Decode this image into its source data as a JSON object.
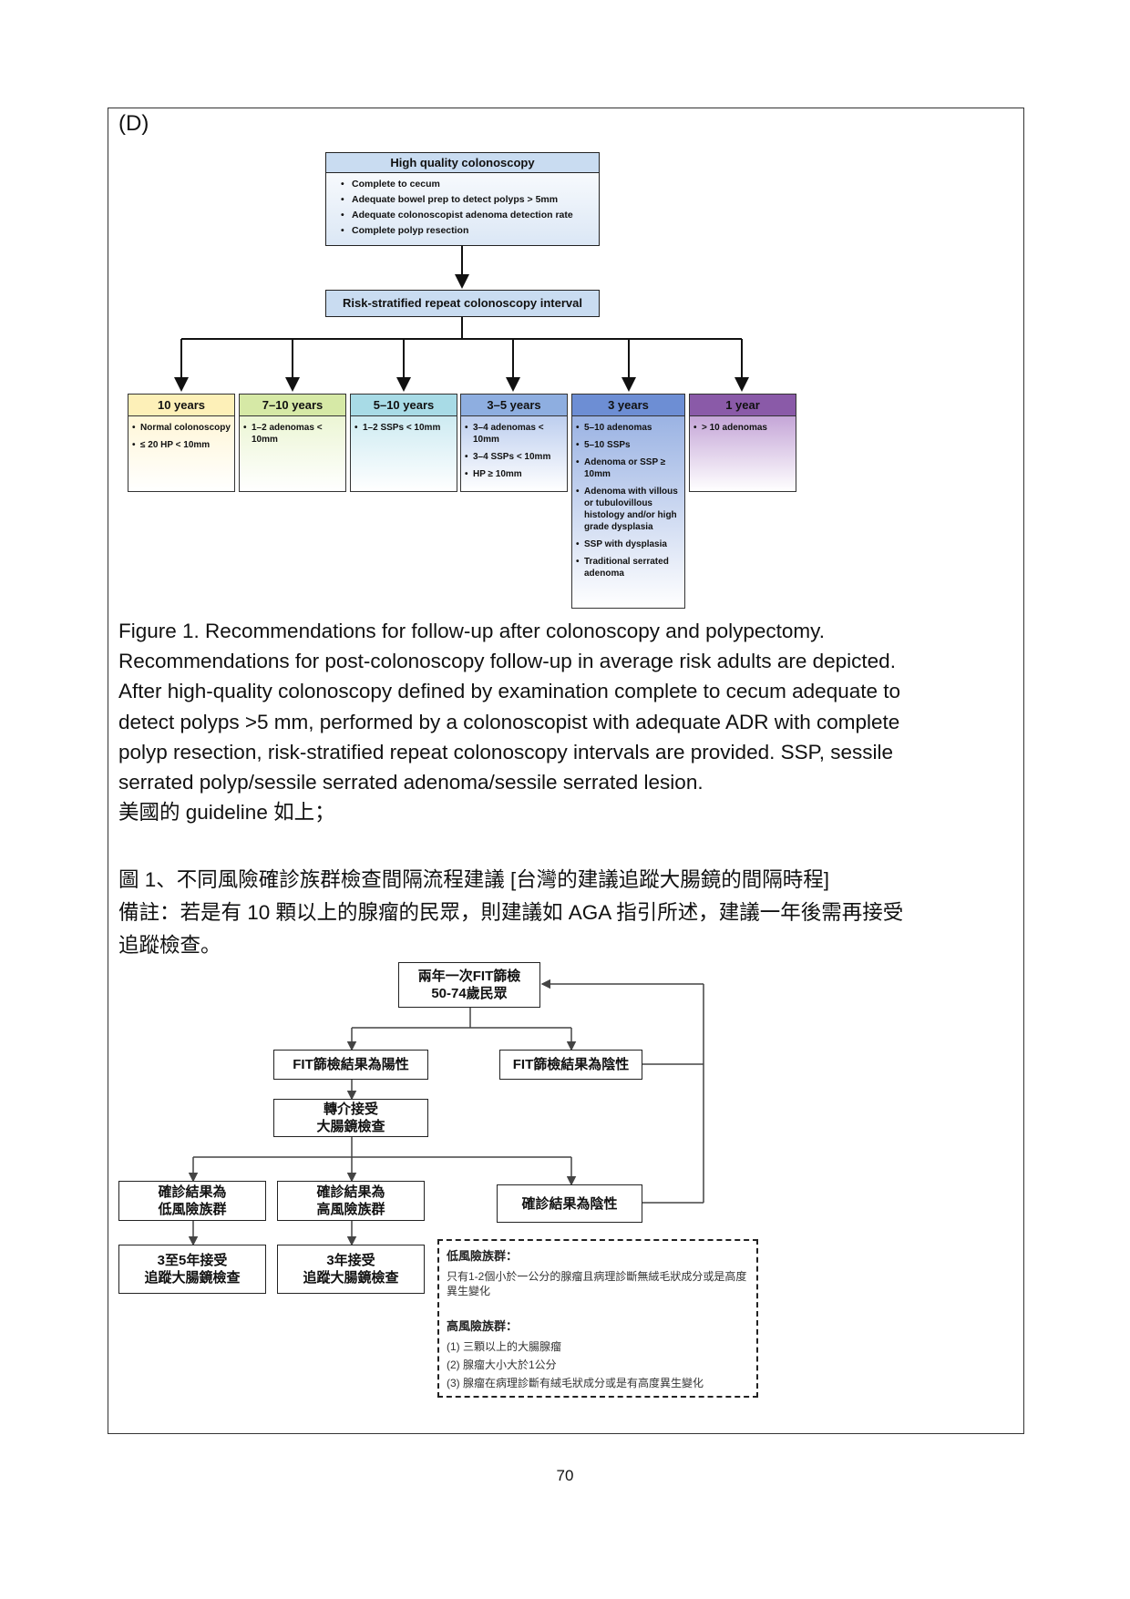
{
  "panel_label": "(D)",
  "flowchart_top": {
    "hq_title": "High quality colonoscopy",
    "hq_items": [
      "Complete to cecum",
      "Adequate bowel prep to detect polyps > 5mm",
      "Adequate colonoscopist adenoma detection rate",
      "Complete polyp resection"
    ],
    "risk_title": "Risk-stratified repeat colonoscopy interval",
    "categories": [
      {
        "title": "10 years",
        "head_color": "#fdf0b8",
        "fill_color": "#fff4cc",
        "items": [
          "Normal colonoscopy",
          "≤ 20 HP < 10mm"
        ]
      },
      {
        "title": "7–10 years",
        "head_color": "#d6e9a6",
        "fill_color": "#e6f3c8",
        "items": [
          "1–2 adenomas < 10mm"
        ]
      },
      {
        "title": "5–10 years",
        "head_color": "#a8dbe6",
        "fill_color": "#bfe5ee",
        "items": [
          "1–2 SSPs < 10mm"
        ]
      },
      {
        "title": "3–5 years",
        "head_color": "#8eaee0",
        "fill_color": "#aac0ea",
        "items": [
          "3–4 adenomas < 10mm",
          "3–4 SSPs < 10mm",
          "HP ≥ 10mm"
        ]
      },
      {
        "title": "3 years",
        "head_color": "#6d8ed4",
        "fill_color": "#8faae0",
        "items": [
          "5–10 adenomas",
          "5–10 SSPs",
          "Adenoma or SSP ≥ 10mm",
          "Adenoma with villous or tubulovillous histology and/or high grade dysplasia",
          "SSP with dysplasia",
          "Traditional serrated adenoma"
        ]
      },
      {
        "title": "1 year",
        "head_color": "#8a5aa8",
        "fill_color": "#b48ccc",
        "items": [
          "> 10 adenomas"
        ]
      }
    ]
  },
  "caption": [
    "Figure 1. Recommendations for follow-up after colonoscopy and polypectomy.",
    "Recommendations for post-colonoscopy follow-up in average risk adults are depicted.",
    "After high-quality colonoscopy defined by examination complete to cecum adequate to",
    "detect polyps >5 mm, performed by a colonoscopist with adequate ADR with complete",
    "polyp resection, risk-stratified repeat colonoscopy intervals are provided. SSP, sessile",
    "serrated polyp/sessile serrated adenoma/sessile serrated lesion."
  ],
  "note_us": "美國的 guideline 如上；",
  "figure_title": "圖  1、不同風險確診族群檢查間隔流程建議  [台灣的建議追蹤大腸鏡的間隔時程]",
  "remark_line1": "備註：若是有  10  顆以上的腺瘤的民眾，則建議如  AGA  指引所述，建議一年後需再接受",
  "remark_line2": "追蹤檢查。",
  "flowchart_bottom": {
    "fit_screen": [
      "兩年一次FIT篩檢",
      "50-74歲民眾"
    ],
    "fit_positive": "FIT篩檢結果為陽性",
    "fit_negative": "FIT篩檢結果為陰性",
    "refer": [
      "轉介接受",
      "大腸鏡檢查"
    ],
    "low_risk": [
      "確診結果為",
      "低風險族群"
    ],
    "high_risk": [
      "確診結果為",
      "高風險族群"
    ],
    "dx_negative": "確診結果為陰性",
    "low_followup": [
      "3至5年接受",
      "追蹤大腸鏡檢查"
    ],
    "high_followup": [
      "3年接受",
      "追蹤大腸鏡檢查"
    ],
    "def_low_title": "低風險族群：",
    "def_low_text": "只有1-2個小於一公分的腺瘤且病理診斷無絨毛狀成分或是高度異生變化",
    "def_high_title": "高風險族群：",
    "def_high_items": [
      "(1) 三顆以上的大腸腺瘤",
      "(2) 腺瘤大小大於1公分",
      "(3) 腺瘤在病理診斷有絨毛狀成分或是有高度異生變化"
    ]
  },
  "page_number": "70"
}
